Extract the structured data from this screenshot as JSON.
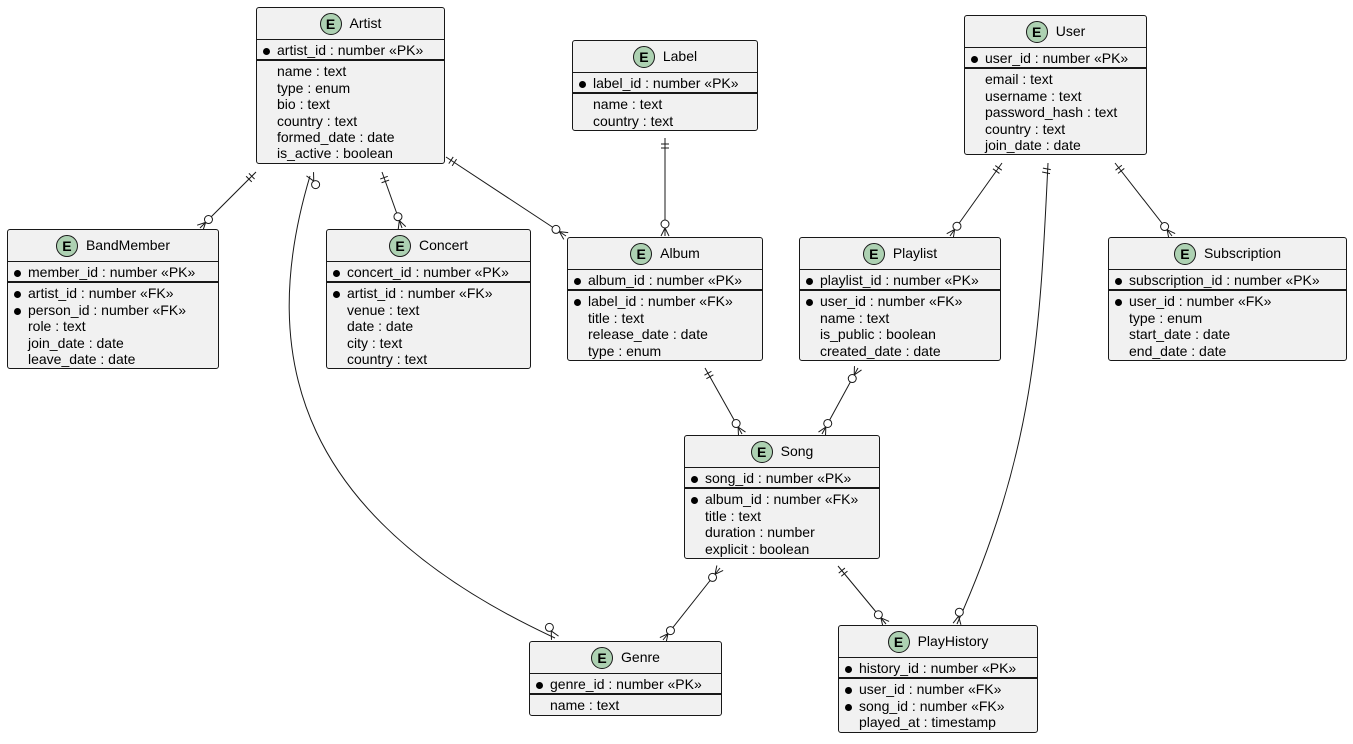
{
  "entities": [
    {
      "id": "artist",
      "name": "Artist",
      "badge": "E",
      "pk": [
        {
          "bullet": true,
          "text": "artist_id : number «PK»"
        }
      ],
      "attrs": [
        {
          "bullet": false,
          "text": "name : text"
        },
        {
          "bullet": false,
          "text": "type : enum"
        },
        {
          "bullet": false,
          "text": "bio : text"
        },
        {
          "bullet": false,
          "text": "country : text"
        },
        {
          "bullet": false,
          "text": "formed_date : date"
        },
        {
          "bullet": false,
          "text": "is_active : boolean"
        }
      ]
    },
    {
      "id": "label",
      "name": "Label",
      "badge": "E",
      "pk": [
        {
          "bullet": true,
          "text": "label_id : number «PK»"
        }
      ],
      "attrs": [
        {
          "bullet": false,
          "text": "name : text"
        },
        {
          "bullet": false,
          "text": "country : text"
        }
      ]
    },
    {
      "id": "user",
      "name": "User",
      "badge": "E",
      "pk": [
        {
          "bullet": true,
          "text": "user_id : number «PK»"
        }
      ],
      "attrs": [
        {
          "bullet": false,
          "text": "email : text"
        },
        {
          "bullet": false,
          "text": "username : text"
        },
        {
          "bullet": false,
          "text": "password_hash : text"
        },
        {
          "bullet": false,
          "text": "country : text"
        },
        {
          "bullet": false,
          "text": "join_date : date"
        }
      ]
    },
    {
      "id": "bandmember",
      "name": "BandMember",
      "badge": "E",
      "pk": [
        {
          "bullet": true,
          "text": "member_id : number «PK»"
        }
      ],
      "attrs": [
        {
          "bullet": true,
          "text": "artist_id : number «FK»"
        },
        {
          "bullet": true,
          "text": "person_id : number «FK»"
        },
        {
          "bullet": false,
          "text": "role : text"
        },
        {
          "bullet": false,
          "text": "join_date : date"
        },
        {
          "bullet": false,
          "text": "leave_date : date"
        }
      ]
    },
    {
      "id": "concert",
      "name": "Concert",
      "badge": "E",
      "pk": [
        {
          "bullet": true,
          "text": "concert_id : number «PK»"
        }
      ],
      "attrs": [
        {
          "bullet": true,
          "text": "artist_id : number «FK»"
        },
        {
          "bullet": false,
          "text": "venue : text"
        },
        {
          "bullet": false,
          "text": "date : date"
        },
        {
          "bullet": false,
          "text": "city : text"
        },
        {
          "bullet": false,
          "text": "country : text"
        }
      ]
    },
    {
      "id": "album",
      "name": "Album",
      "badge": "E",
      "pk": [
        {
          "bullet": true,
          "text": "album_id : number «PK»"
        }
      ],
      "attrs": [
        {
          "bullet": true,
          "text": "label_id : number «FK»"
        },
        {
          "bullet": false,
          "text": "title : text"
        },
        {
          "bullet": false,
          "text": "release_date : date"
        },
        {
          "bullet": false,
          "text": "type : enum"
        }
      ]
    },
    {
      "id": "playlist",
      "name": "Playlist",
      "badge": "E",
      "pk": [
        {
          "bullet": true,
          "text": "playlist_id : number «PK»"
        }
      ],
      "attrs": [
        {
          "bullet": true,
          "text": "user_id : number «FK»"
        },
        {
          "bullet": false,
          "text": "name : text"
        },
        {
          "bullet": false,
          "text": "is_public : boolean"
        },
        {
          "bullet": false,
          "text": "created_date : date"
        }
      ]
    },
    {
      "id": "subscription",
      "name": "Subscription",
      "badge": "E",
      "pk": [
        {
          "bullet": true,
          "text": "subscription_id : number «PK»"
        }
      ],
      "attrs": [
        {
          "bullet": true,
          "text": "user_id : number «FK»"
        },
        {
          "bullet": false,
          "text": "type : enum"
        },
        {
          "bullet": false,
          "text": "start_date : date"
        },
        {
          "bullet": false,
          "text": "end_date : date"
        }
      ]
    },
    {
      "id": "song",
      "name": "Song",
      "badge": "E",
      "pk": [
        {
          "bullet": true,
          "text": "song_id : number «PK»"
        }
      ],
      "attrs": [
        {
          "bullet": true,
          "text": "album_id : number «FK»"
        },
        {
          "bullet": false,
          "text": "title : text"
        },
        {
          "bullet": false,
          "text": "duration : number"
        },
        {
          "bullet": false,
          "text": "explicit : boolean"
        }
      ]
    },
    {
      "id": "genre",
      "name": "Genre",
      "badge": "E",
      "pk": [
        {
          "bullet": true,
          "text": "genre_id : number «PK»"
        }
      ],
      "attrs": [
        {
          "bullet": false,
          "text": "name : text"
        }
      ]
    },
    {
      "id": "playhistory",
      "name": "PlayHistory",
      "badge": "E",
      "pk": [
        {
          "bullet": true,
          "text": "history_id : number «PK»"
        }
      ],
      "attrs": [
        {
          "bullet": true,
          "text": "user_id : number «FK»"
        },
        {
          "bullet": true,
          "text": "song_id : number «FK»"
        },
        {
          "bullet": false,
          "text": "played_at : timestamp"
        }
      ]
    }
  ],
  "relations": [
    {
      "from": "artist",
      "to": "bandmember",
      "from_card": "exactly-one",
      "to_card": "zero-or-many"
    },
    {
      "from": "artist",
      "to": "concert",
      "from_card": "exactly-one",
      "to_card": "zero-or-many"
    },
    {
      "from": "artist",
      "to": "album",
      "from_card": "exactly-one",
      "to_card": "zero-or-many"
    },
    {
      "from": "artist",
      "to": "genre",
      "from_card": "zero-or-many",
      "to_card": "zero-or-many"
    },
    {
      "from": "label",
      "to": "album",
      "from_card": "exactly-one",
      "to_card": "zero-or-many"
    },
    {
      "from": "user",
      "to": "playlist",
      "from_card": "exactly-one",
      "to_card": "zero-or-many"
    },
    {
      "from": "user",
      "to": "subscription",
      "from_card": "exactly-one",
      "to_card": "zero-or-many"
    },
    {
      "from": "user",
      "to": "playhistory",
      "from_card": "exactly-one",
      "to_card": "zero-or-many"
    },
    {
      "from": "album",
      "to": "song",
      "from_card": "exactly-one",
      "to_card": "zero-or-many"
    },
    {
      "from": "playlist",
      "to": "song",
      "from_card": "zero-or-many",
      "to_card": "zero-or-many"
    },
    {
      "from": "song",
      "to": "genre",
      "from_card": "zero-or-many",
      "to_card": "zero-or-many"
    },
    {
      "from": "song",
      "to": "playhistory",
      "from_card": "exactly-one",
      "to_card": "zero-or-many"
    }
  ],
  "colors": {
    "entity_fill": "#f1f1f1",
    "badge_fill": "#add1b2",
    "stroke": "#181818"
  }
}
